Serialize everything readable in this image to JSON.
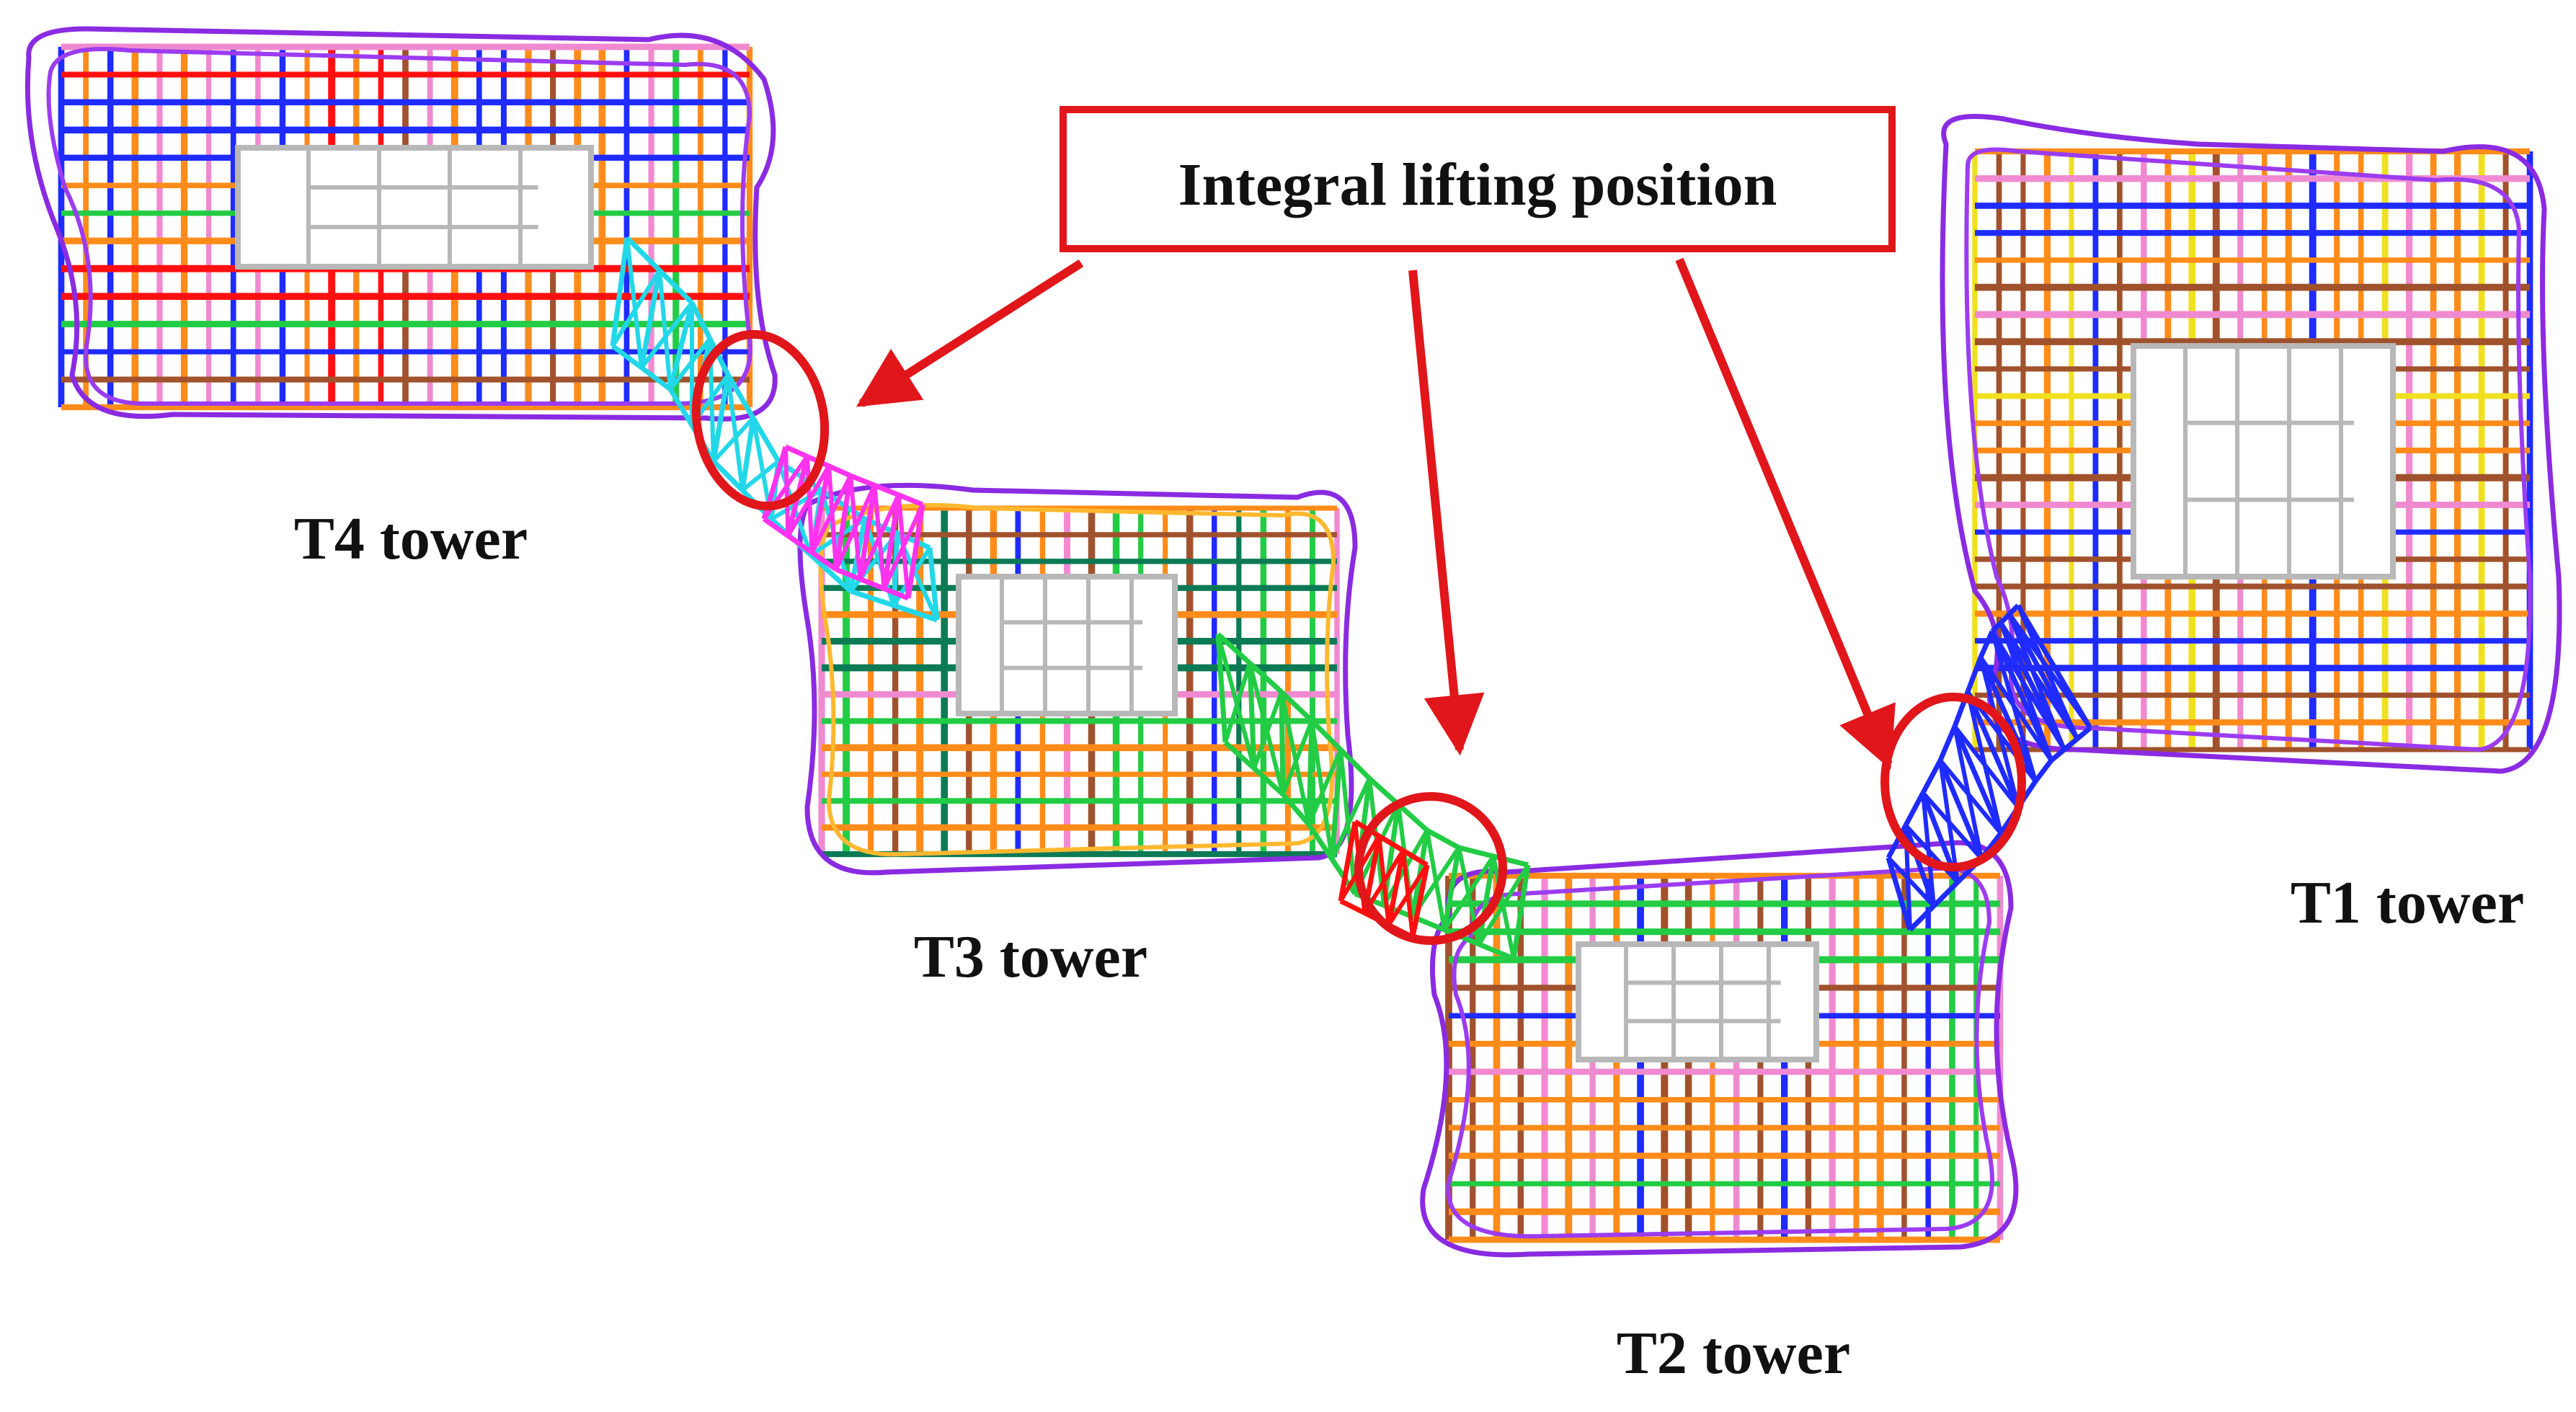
{
  "callout": {
    "text": "Integral lifting position",
    "color": "#e0161b"
  },
  "towers": [
    {
      "id": "T4",
      "label": "T4 tower"
    },
    {
      "id": "T3",
      "label": "T3 tower"
    },
    {
      "id": "T2",
      "label": "T2 tower"
    },
    {
      "id": "T1",
      "label": "T1 tower"
    }
  ],
  "lifting_positions": [
    {
      "between": [
        "T4",
        "T3"
      ]
    },
    {
      "between": [
        "T3",
        "T2"
      ]
    },
    {
      "between": [
        "T2",
        "T1"
      ]
    }
  ],
  "colors": {
    "outline": "#8a2be2",
    "beam_orange": "#ff8c1a",
    "beam_brown": "#a0522d",
    "beam_green": "#22cc44",
    "beam_darkgreen": "#0b7a55",
    "beam_blue": "#1f2bff",
    "beam_cyan": "#22d8e8",
    "beam_magenta": "#ff33ee",
    "beam_pink": "#f08ad0",
    "beam_red": "#ff1010",
    "beam_yellow": "#f0e020",
    "core": "#b8b8b8",
    "highlight": "#e0161b"
  }
}
